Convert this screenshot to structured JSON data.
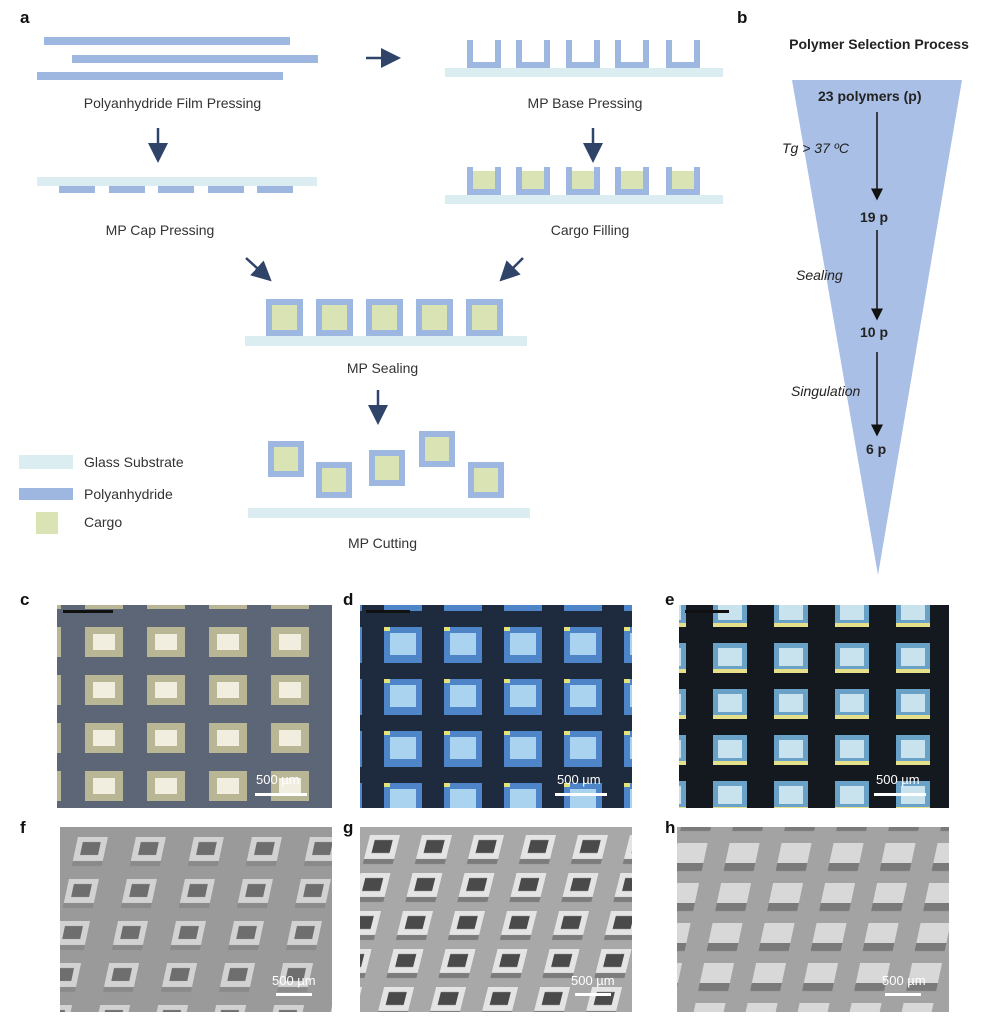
{
  "panel_a": {
    "letter": "a",
    "film_pressing_label": "Polyanhydride Film Pressing",
    "base_pressing_label": "MP Base Pressing",
    "cap_pressing_label": "MP Cap Pressing",
    "cargo_filling_label": "Cargo Filling",
    "sealing_label": "MP Sealing",
    "cutting_label": "MP Cutting",
    "legend": {
      "glass": "Glass Substrate",
      "polyanhydride": "Polyanhydride",
      "cargo": "Cargo"
    }
  },
  "panel_b": {
    "letter": "b",
    "title": "Polymer Selection Process",
    "stage0": "23 polymers (p)",
    "step1": "Tg > 37 ºC",
    "stage1": "19 p",
    "step2": "Sealing",
    "stage2": "10 p",
    "step3": "Singulation",
    "stage3": "6 p"
  },
  "photos": {
    "c": {
      "letter": "c",
      "scale": "500 µm"
    },
    "d": {
      "letter": "d",
      "scale": "500 µm"
    },
    "e": {
      "letter": "e",
      "scale": "500 µm"
    },
    "f": {
      "letter": "f",
      "scale": "500 µm"
    },
    "g": {
      "letter": "g",
      "scale": "500 µm"
    },
    "h": {
      "letter": "h",
      "scale": "500 µm"
    }
  },
  "colors": {
    "polyanhydride": "#9db7e0",
    "glass": "#dcedf2",
    "cargo": "#d9e3b4",
    "arrow": "#2f4468",
    "funnel": "#a9bfe6"
  }
}
